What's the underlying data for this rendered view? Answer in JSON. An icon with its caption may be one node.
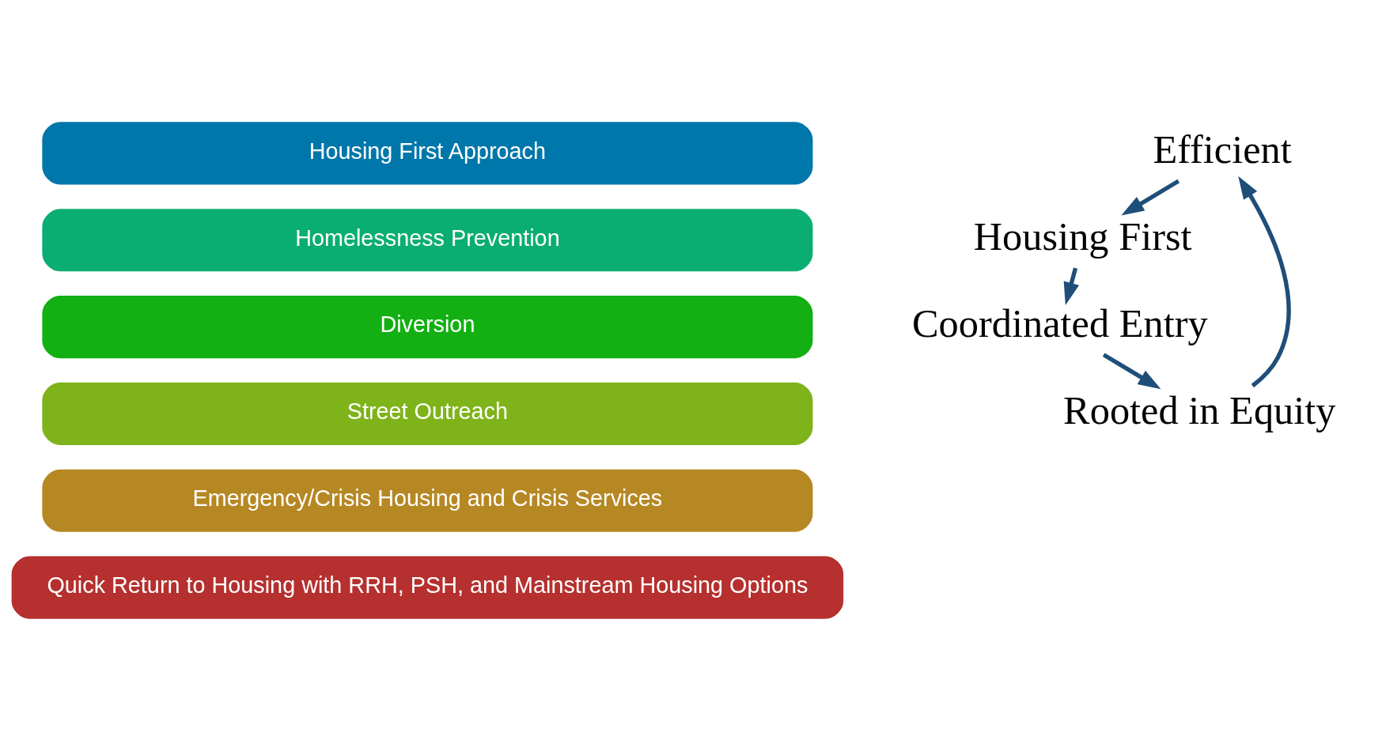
{
  "diagram": {
    "nodes": [
      {
        "text": [
          "Housing First Approach"
        ]
      },
      {
        "text": [
          "Homelessness Prevention"
        ]
      },
      {
        "text": [
          "Diversion"
        ]
      },
      {
        "text": [
          "Street Outreach"
        ]
      },
      {
        "text": [
          "Emergency/Crisis Housing and Crisis Services"
        ]
      },
      {
        "text": [
          "Quick Return to Housing with RRH, PSH, and Mainstream Housing Options"
        ]
      },
      {
        "text": [
          "Efficient"
        ]
      },
      {
        "text": [
          "Housing First"
        ]
      },
      {
        "text": [
          "Coordinated Entry"
        ]
      },
      {
        "text": [
          "Rooted in Equity"
        ]
      }
    ],
    "edges": [
      {
        "from": 6,
        "to": 7,
        "arrow": "to"
      },
      {
        "from": 7,
        "to": 8,
        "arrow": "to"
      },
      {
        "from": 8,
        "to": 9,
        "arrow": "to"
      },
      {
        "from": 9,
        "to": 6,
        "arrow": "to"
      }
    ]
  }
}
